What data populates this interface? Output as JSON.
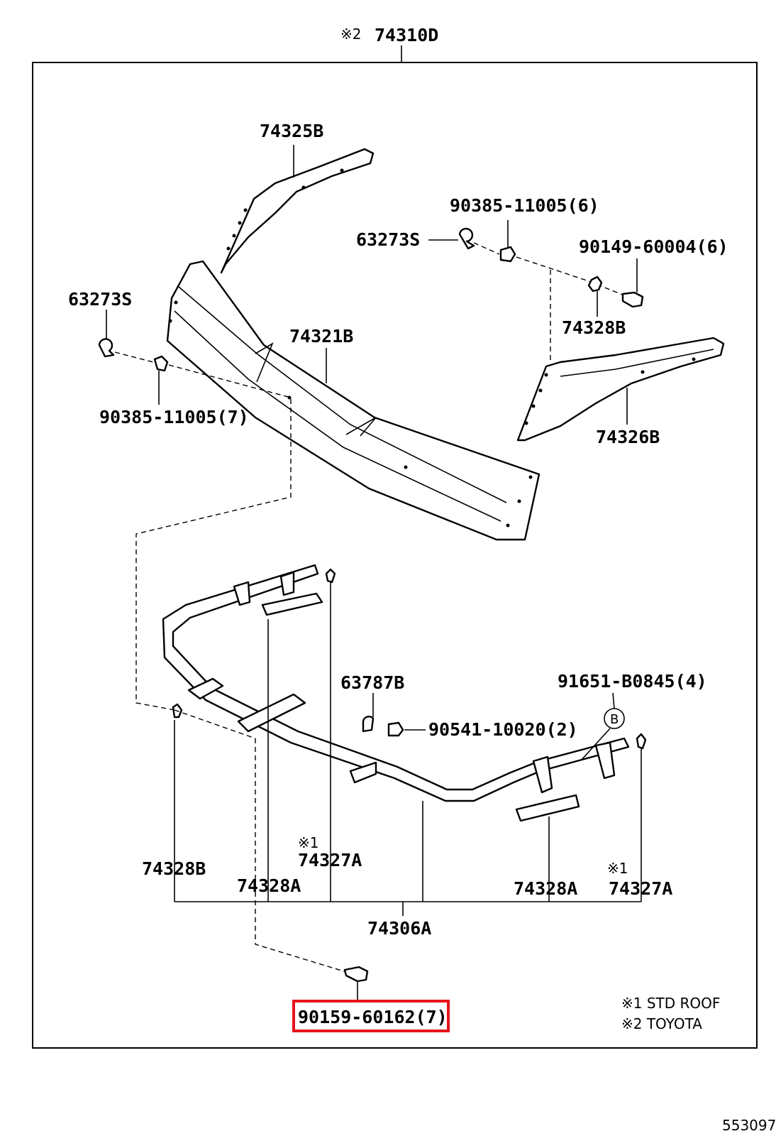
{
  "header": {
    "mark": "※2",
    "assembly": "74310D"
  },
  "parts": {
    "p74325B": "74325B",
    "p90385_top": "90385-11005(6)",
    "p63273S_top": "63273S",
    "p90149": "90149-60004(6)",
    "p63273S_left": "63273S",
    "p74321B": "74321B",
    "p74328B_top": "74328B",
    "p90385_left": "90385-11005(7)",
    "p74326B": "74326B",
    "p63787B": "63787B",
    "p91651": "91651-B0845(4)",
    "p90541": "90541-10020(2)",
    "callout_b": "B",
    "p74328B_bottom": "74328B",
    "mark_74327A_left": "※1",
    "p74327A_left": "74327A",
    "p74328A_left": "74328A",
    "p74328A_right": "74328A",
    "mark_74327A_right": "※1",
    "p74327A_right": "74327A",
    "p74306A": "74306A",
    "p90159": "90159-60162(7)"
  },
  "notes": {
    "note1": "※1 STD ROOF",
    "note2": "※2 TOYOTA"
  },
  "footer": {
    "code": "553097"
  },
  "highlight": {
    "part": "90159-60162(7)",
    "color": "#e8121a"
  }
}
